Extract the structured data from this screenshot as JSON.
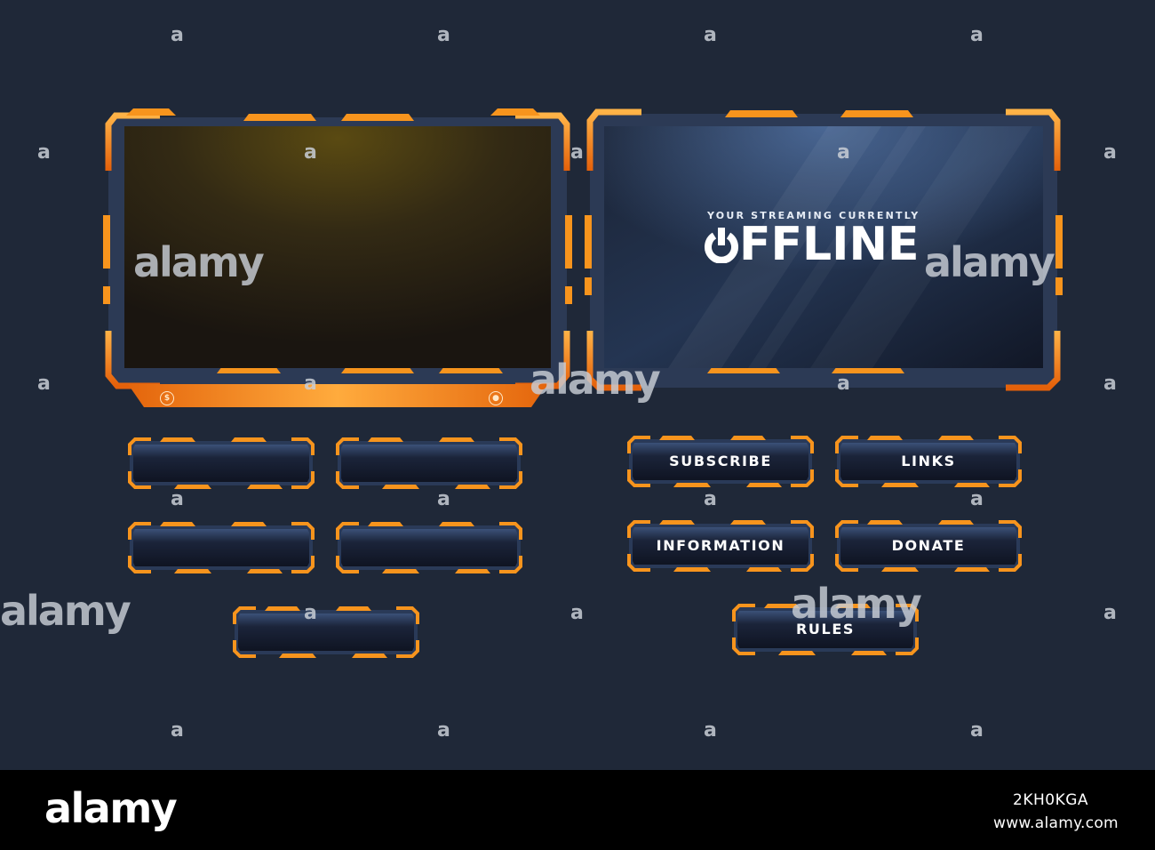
{
  "watermark": {
    "letter": "a",
    "word": "alamy"
  },
  "offline_screen": {
    "subtitle": "YOUR STREAMING CURRENTLY",
    "title_rest": "FFLINE"
  },
  "panels": {
    "subscribe": "SUBSCRIBE",
    "links": "LINKS",
    "information": "INFORMATION",
    "donate": "DONATE",
    "rules": "RULES"
  },
  "footer": {
    "logo": "alamy",
    "image_id": "2KH0KGA",
    "url": "www.alamy.com"
  },
  "colors": {
    "background": "#1f2838",
    "accent_orange": "#f7941d",
    "accent_orange_light": "#ffb347",
    "panel_dark": "#141a28",
    "footer": "#000000"
  },
  "icons": [
    "dollar-icon",
    "user-icon",
    "power-icon"
  ]
}
